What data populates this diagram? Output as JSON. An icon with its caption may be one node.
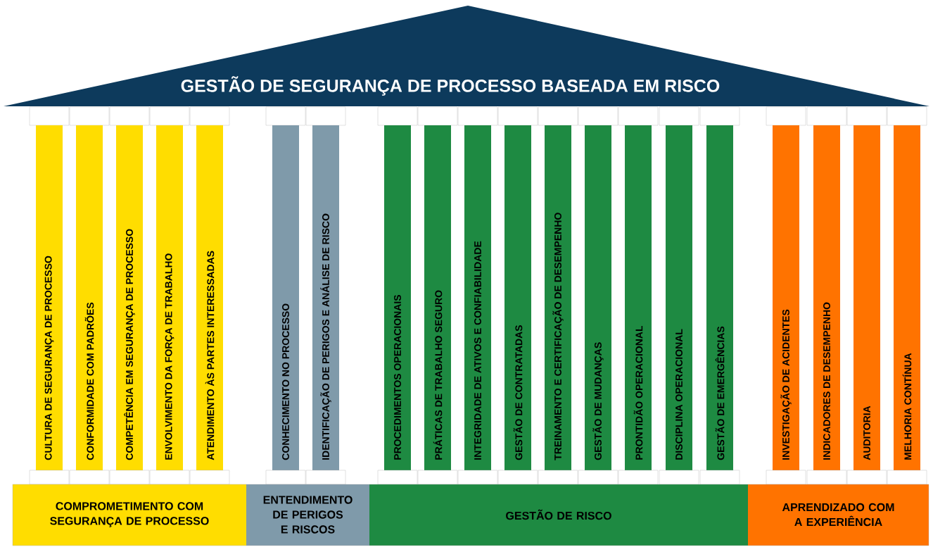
{
  "diagram": {
    "nodes": [
      {
        "text": [
          "GESTÃO DE SEGURANÇA DE PROCESSO BASEADA EM RISCO"
        ]
      },
      {
        "text": [
          "CULTURA DE SEGURANÇA DE PROCESSO"
        ]
      },
      {
        "text": [
          "CONFORMIDADE COM PADRÕES"
        ]
      },
      {
        "text": [
          "COMPETÊNCIA EM SEGURANÇA DE PROCESSO"
        ]
      },
      {
        "text": [
          "ENVOLVIMENTO DA FORÇA DE TRABALHO"
        ]
      },
      {
        "text": [
          "ATENDIMENTO ÀS PARTES INTERESSADAS"
        ]
      },
      {
        "text": [
          "CONHECIMENTO NO PROCESSO"
        ]
      },
      {
        "text": [
          "IDENTIFICAÇÃO DE PERIGOS E ANÁLISE DE RISCO"
        ]
      },
      {
        "text": [
          "PROCEDIMENTOS OPERACIONAIS"
        ]
      },
      {
        "text": [
          "PRÁTICAS DE TRABALHO SEGURO"
        ]
      },
      {
        "text": [
          "INTEGRIDADE DE ATIVOS E CONFIABILIDADE"
        ]
      },
      {
        "text": [
          "GESTÃO DE CONTRATADAS"
        ]
      },
      {
        "text": [
          "TREINAMENTO E CERTIFICAÇÃO DE DESEMPENHO"
        ]
      },
      {
        "text": [
          "GESTÃO DE MUDANÇAS"
        ]
      },
      {
        "text": [
          "PRONTIDÃO OPERACIONAL"
        ]
      },
      {
        "text": [
          "DISCIPLINA OPERACIONAL"
        ]
      },
      {
        "text": [
          "GESTÃO DE EMERGÊNCIAS"
        ]
      },
      {
        "text": [
          "INVESTIGAÇÃO DE ACIDENTES"
        ]
      },
      {
        "text": [
          "INDICADORES DE DESEMPENHO"
        ]
      },
      {
        "text": [
          "AUDITORIA"
        ]
      },
      {
        "text": [
          "MELHORIA CONTÍNUA"
        ]
      },
      {
        "text": [
          "COMPROMETIMENTO COM SEGURANÇA DE PROCESSO"
        ]
      },
      {
        "text": [
          "ENTENDIMENTO DE PERIGOS E RISCOS"
        ]
      },
      {
        "text": [
          "GESTÃO DE RISCO"
        ]
      },
      {
        "text": [
          "APRENDIZADO COM A EXPERIÊNCIA"
        ]
      }
    ]
  }
}
